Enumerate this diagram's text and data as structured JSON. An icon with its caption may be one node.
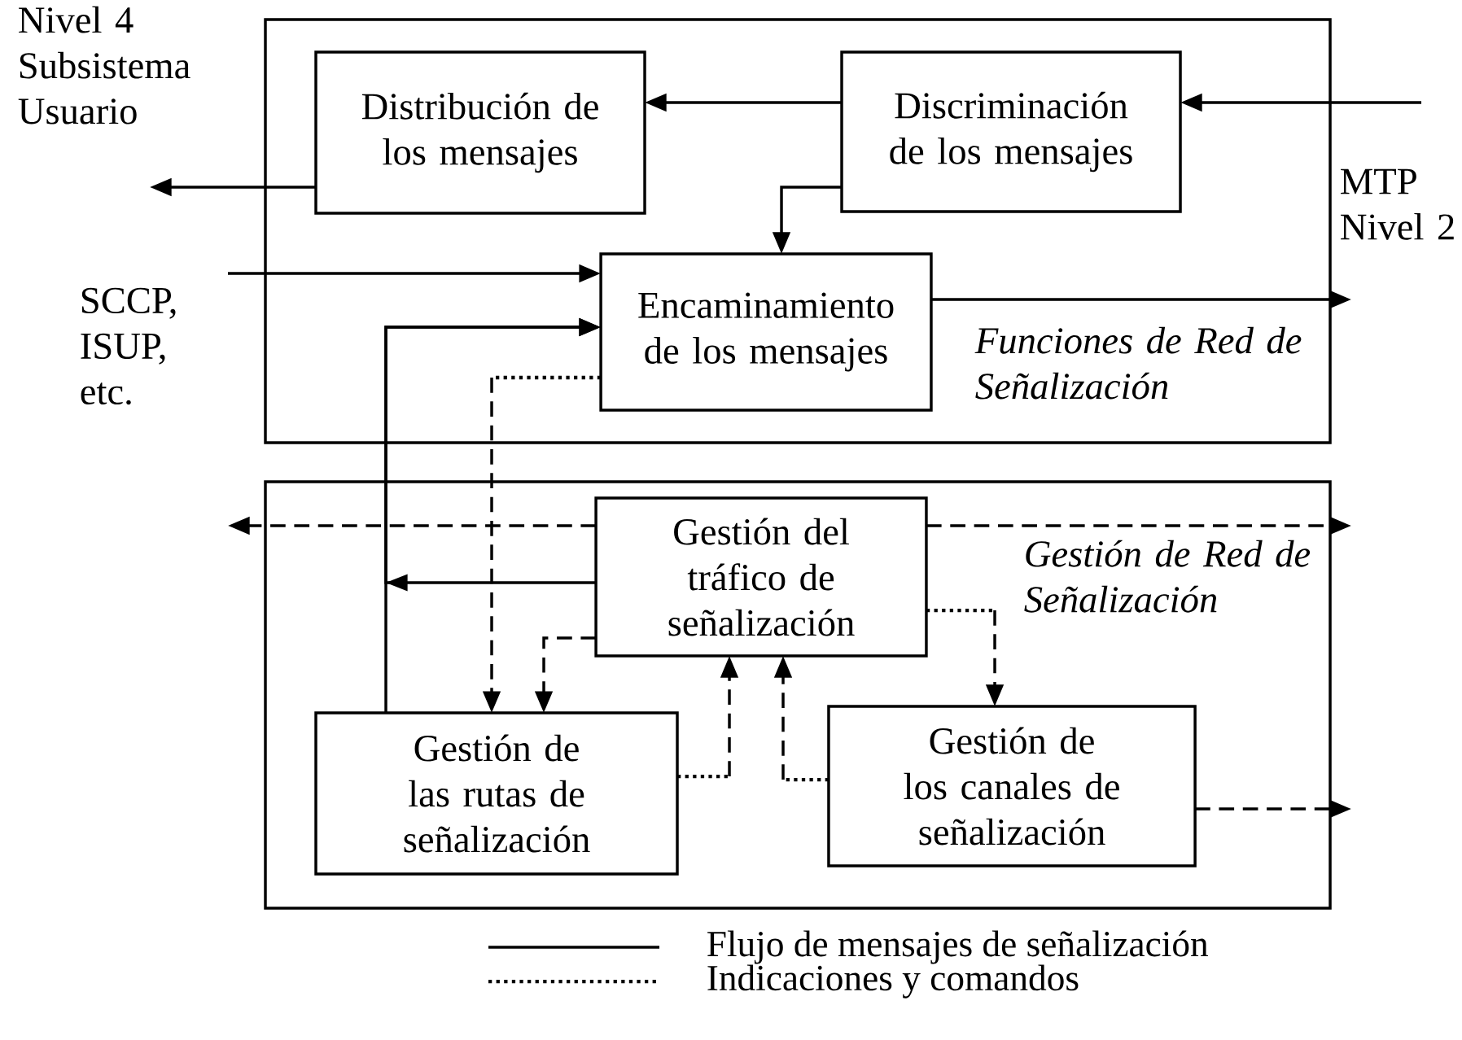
{
  "diagram": {
    "nodes": [
      {
        "text": [
          "Funciones de Red de Señalización"
        ]
      },
      {
        "text": [
          "Distribución de los mensajes"
        ],
        "in": 0
      },
      {
        "text": [
          "Discriminación de los mensajes"
        ],
        "in": 0
      },
      {
        "text": [
          "Encaminamiento de los mensajes"
        ],
        "in": 0
      },
      {
        "text": [
          "Gestión de Red de Señalización"
        ]
      },
      {
        "text": [
          "Gestión del tráfico de señalización"
        ],
        "in": 4
      },
      {
        "text": [
          "Gestión de las rutas de señalización"
        ],
        "in": 4
      },
      {
        "text": [
          "Gestión de los canales de señalización"
        ],
        "in": 4
      }
    ],
    "edges": [
      {
        "from": null,
        "to": 2,
        "arrow": "to"
      },
      {
        "from": 2,
        "to": 1,
        "arrow": "to"
      },
      {
        "from": 1,
        "to": null,
        "arrow": "to"
      },
      {
        "from": 2,
        "to": 3,
        "arrow": "to"
      },
      {
        "from": null,
        "to": 3,
        "arrow": "to"
      },
      {
        "from": 3,
        "to": null,
        "arrow": "to"
      },
      {
        "from": 6,
        "to": 3,
        "arrow": "to"
      },
      {
        "from": 5,
        "to": 3,
        "arrow": "to"
      },
      {
        "from": 3,
        "to": 6,
        "arrow": "to",
        "style": "dashed"
      },
      {
        "from": 5,
        "to": 6,
        "arrow": "to",
        "style": "dashed"
      },
      {
        "from": 6,
        "to": 5,
        "arrow": "to",
        "style": "dashed"
      },
      {
        "from": 7,
        "to": 5,
        "arrow": "to",
        "style": "dashed"
      },
      {
        "from": 5,
        "to": 7,
        "arrow": "to",
        "style": "dashed"
      },
      {
        "from": 5,
        "to": null,
        "arrow": "to",
        "style": "dashed"
      },
      {
        "from": 5,
        "to": null,
        "arrow": "to",
        "style": "dashed"
      },
      {
        "from": 7,
        "to": null,
        "arrow": "to",
        "style": "dashed"
      }
    ],
    "labels": [
      "Nivel 4 Subsistema Usuario",
      "SCCP, ISUP, etc.",
      "MTP Nivel 2"
    ],
    "legend": [
      {
        "text": "Flujo de mensajes de señalización"
      },
      {
        "text": "Indicaciones y comandos"
      }
    ]
  }
}
